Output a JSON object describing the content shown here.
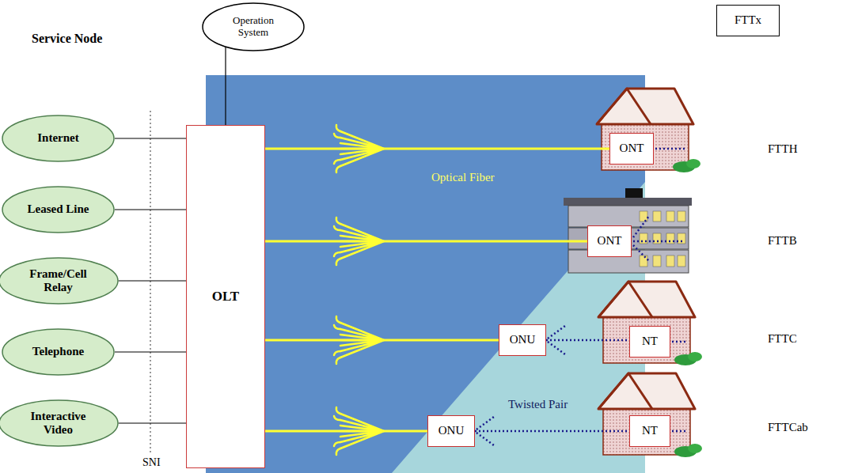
{
  "diagram": {
    "nodes": [
      {
        "text": [
          "Operation System"
        ]
      },
      {
        "text": [
          "Internet"
        ]
      },
      {
        "text": [
          "Leased Line"
        ]
      },
      {
        "text": [
          "Frame/Cell Relay"
        ]
      },
      {
        "text": [
          "Telephone"
        ]
      },
      {
        "text": [
          "Interactive Video"
        ]
      },
      {
        "text": [
          "OLT"
        ]
      },
      {
        "text": [
          "ONT"
        ]
      },
      {
        "text": [
          "ONT"
        ]
      },
      {
        "text": [
          "ONU"
        ]
      },
      {
        "text": [
          "NT"
        ]
      },
      {
        "text": [
          "ONU"
        ]
      },
      {
        "text": [
          "NT"
        ]
      },
      {
        "text": [
          "FTTx"
        ]
      }
    ],
    "edges": [
      {
        "from": 0,
        "to": 6,
        "arrow": "none"
      },
      {
        "from": 1,
        "to": 6,
        "arrow": "none"
      },
      {
        "from": 2,
        "to": 6,
        "arrow": "none"
      },
      {
        "from": 3,
        "to": 6,
        "arrow": "none"
      },
      {
        "from": 4,
        "to": 6,
        "arrow": "none"
      },
      {
        "from": 5,
        "to": 6,
        "arrow": "none"
      },
      {
        "from": 6,
        "to": 7,
        "arrow": "none"
      },
      {
        "from": 6,
        "to": 8,
        "arrow": "none"
      },
      {
        "from": 6,
        "to": 9,
        "arrow": "none"
      },
      {
        "from": 6,
        "to": 11,
        "arrow": "none"
      },
      {
        "from": 9,
        "to": 10,
        "arrow": "none"
      },
      {
        "from": 11,
        "to": 12,
        "arrow": "none"
      }
    ],
    "labels": [
      "Service Node",
      "SNI",
      "Optical Fiber",
      "Twisted Pair",
      "FTTH",
      "FTTB",
      "FTTC",
      "FTTCab"
    ]
  }
}
